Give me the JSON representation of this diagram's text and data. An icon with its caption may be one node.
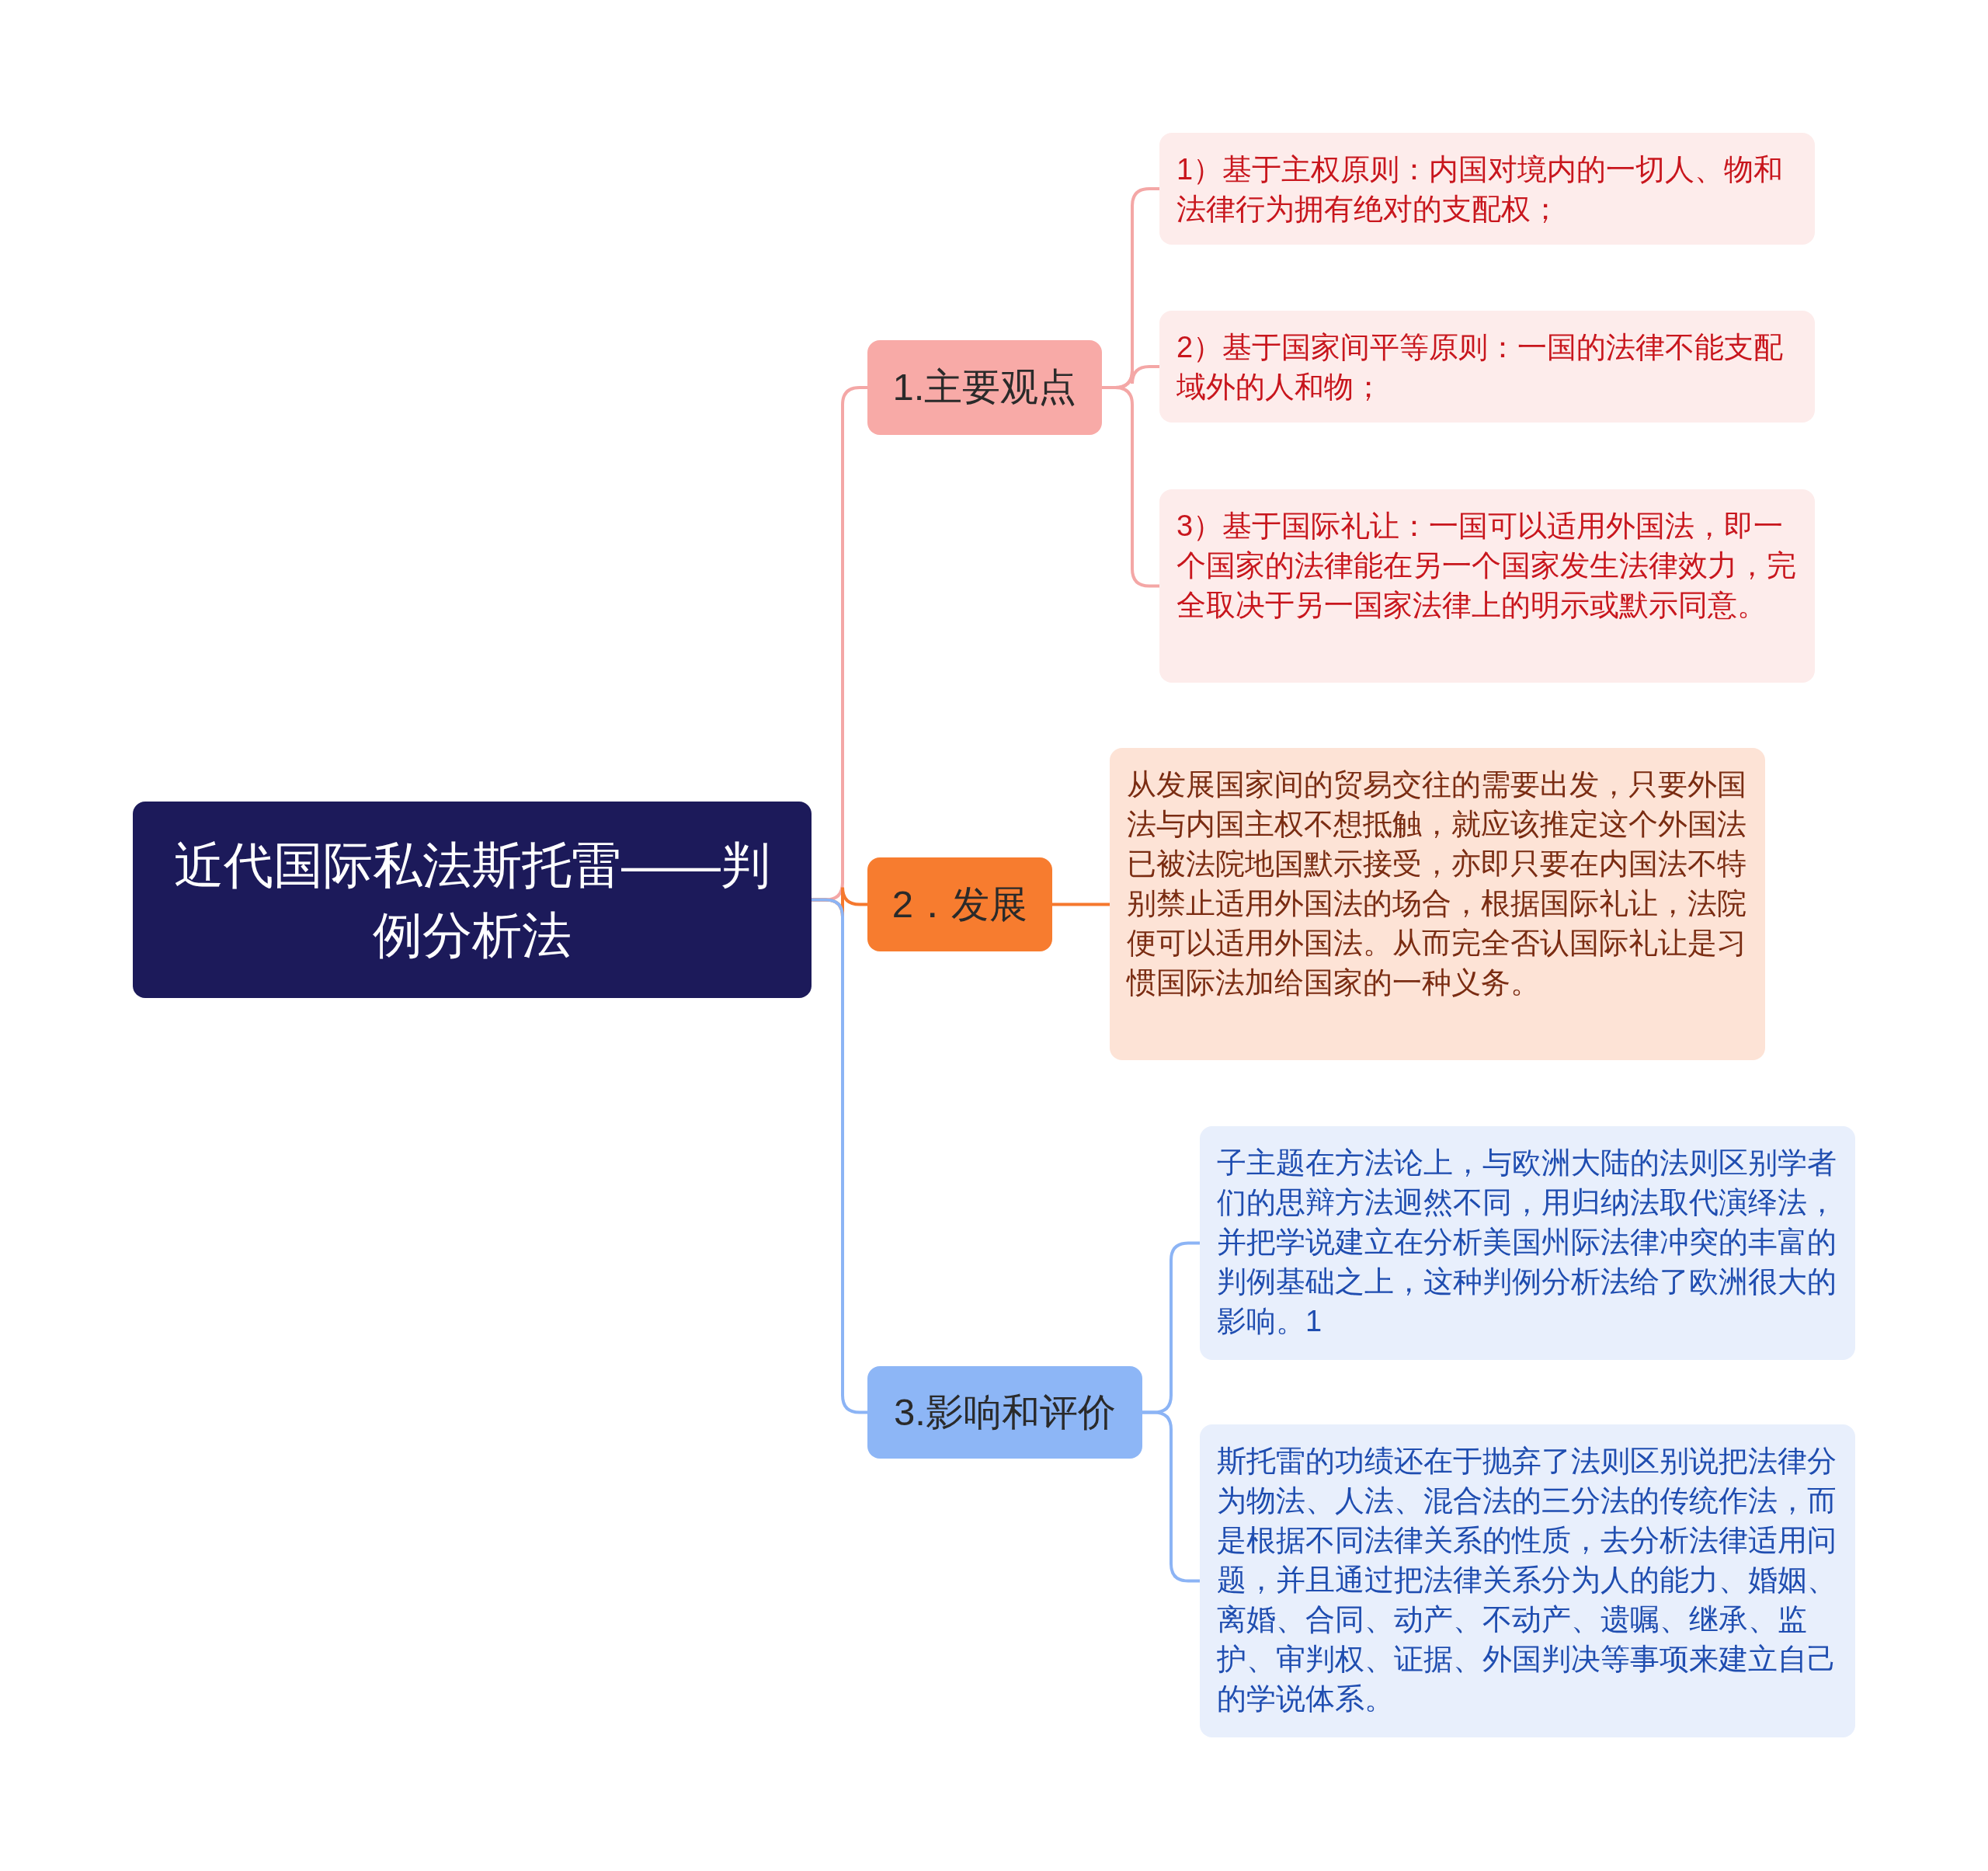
{
  "diagram": {
    "nodes": [
      {
        "text": [
          "近代国际私法斯托雷——判例分析法"
        ]
      },
      {
        "text": [
          "1.主要观点"
        ]
      },
      {
        "text": [
          "2．发展"
        ]
      },
      {
        "text": [
          "3.影响和评价"
        ]
      },
      {
        "text": [
          "1）基于主权原则：内国对境内的一切人、物和法律行为拥有绝对的支配权；"
        ]
      },
      {
        "text": [
          "2）基于国家间平等原则：一国的法律不能支配域外的人和物；"
        ]
      },
      {
        "text": [
          "3）基于国际礼让：一国可以适用外国法，即一个国家的法律能在另一个国家发生法律效力，完全取决于另一国家法律上的明示或默示同意。"
        ]
      },
      {
        "text": [
          "从发展国家间的贸易交往的需要出发，只要外国法与内国主权不想抵触，就应该推定这个外国法已被法院地国默示接受，亦即只要在内国法不特别禁止适用外国法的场合，根据国际礼让，法院便可以适用外国法。从而完全否认国际礼让是习惯国际法加给国家的一种义务。"
        ]
      },
      {
        "text": [
          "子主题在方法论上，与欧洲大陆的法则区别学者们的思辩方法迥然不同，用归纳法取代演绎法，并把学说建立在分析美国州际法律冲突的丰富的判例基础之上，这种判例分析法给了欧洲很大的影响。1"
        ]
      },
      {
        "text": [
          "斯托雷的功绩还在于抛弃了法则区别说把法律分为物法、人法、混合法的三分法的传统作法，而是根据不同法律关系的性质，去分析法律适用问题，并且通过把法律关系分为人的能力、婚姻、离婚、合同、动产、不动产、遗嘱、继承、监护、审判权、证据、外国判决等事项来建立自己的学说体系。"
        ]
      }
    ],
    "edges": [
      {
        "from": 0,
        "to": 1,
        "arrow": "none"
      },
      {
        "from": 0,
        "to": 2,
        "arrow": "none",
        "color": "#f5782e"
      },
      {
        "from": 0,
        "to": 3,
        "arrow": "none",
        "color": "#8cb4f5"
      },
      {
        "from": 1,
        "to": 4,
        "arrow": "none"
      },
      {
        "from": 1,
        "to": 5,
        "arrow": "none"
      },
      {
        "from": 1,
        "to": 6,
        "arrow": "none"
      },
      {
        "from": 2,
        "to": 7,
        "arrow": "none",
        "color": "#f5782e"
      },
      {
        "from": 3,
        "to": 8,
        "arrow": "none",
        "color": "#8cb4f5"
      },
      {
        "from": 3,
        "to": 9,
        "arrow": "none",
        "color": "#8cb4f5"
      }
    ]
  }
}
